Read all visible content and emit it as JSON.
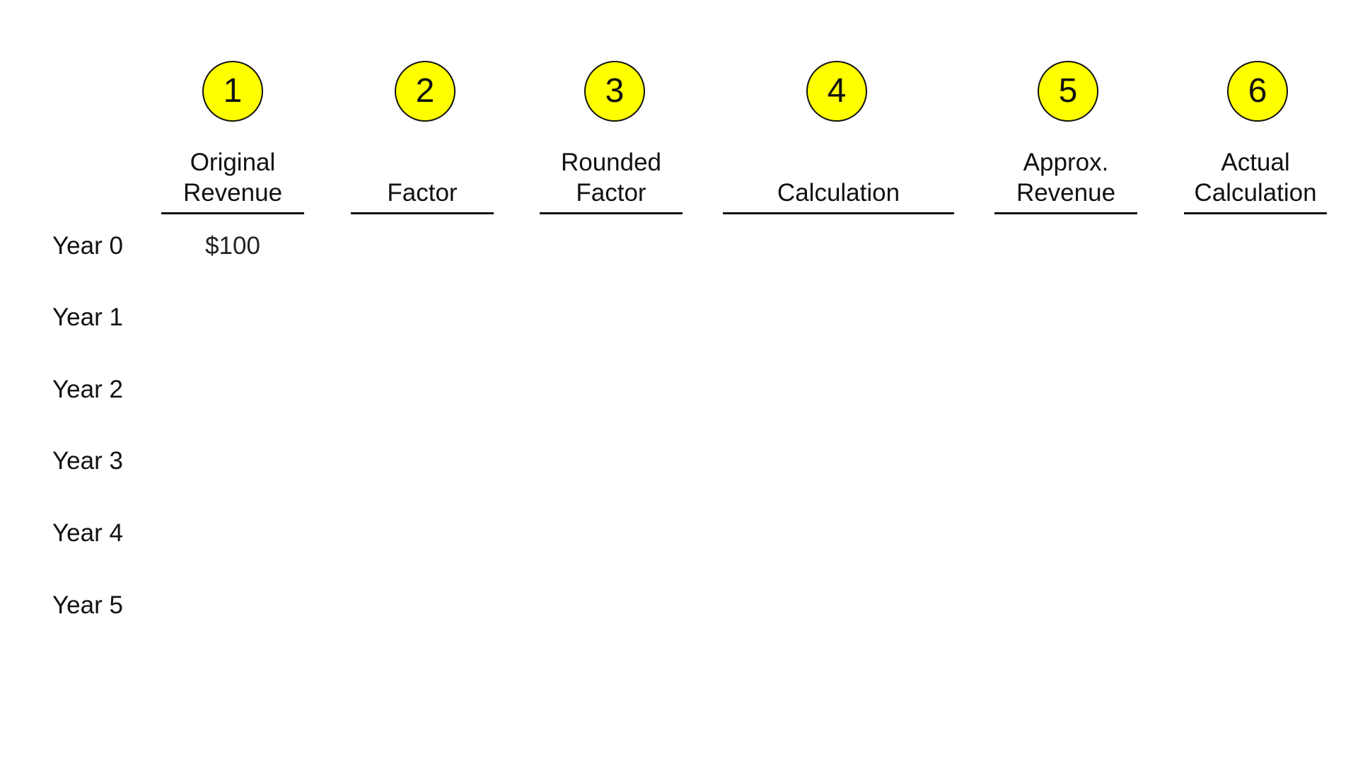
{
  "columns": [
    {
      "number": "1",
      "label": "Original\nRevenue"
    },
    {
      "number": "2",
      "label": "Factor"
    },
    {
      "number": "3",
      "label": "Rounded\nFactor"
    },
    {
      "number": "4",
      "label": "Calculation"
    },
    {
      "number": "5",
      "label": "Approx.\nRevenue"
    },
    {
      "number": "6",
      "label": "Actual\nCalculation"
    }
  ],
  "rows": [
    {
      "label": "Year 0",
      "original_revenue": "$100"
    },
    {
      "label": "Year 1"
    },
    {
      "label": "Year 2"
    },
    {
      "label": "Year 3"
    },
    {
      "label": "Year 4"
    },
    {
      "label": "Year 5"
    }
  ],
  "colors": {
    "badge_fill": "#ffff00",
    "text": "#111111"
  }
}
